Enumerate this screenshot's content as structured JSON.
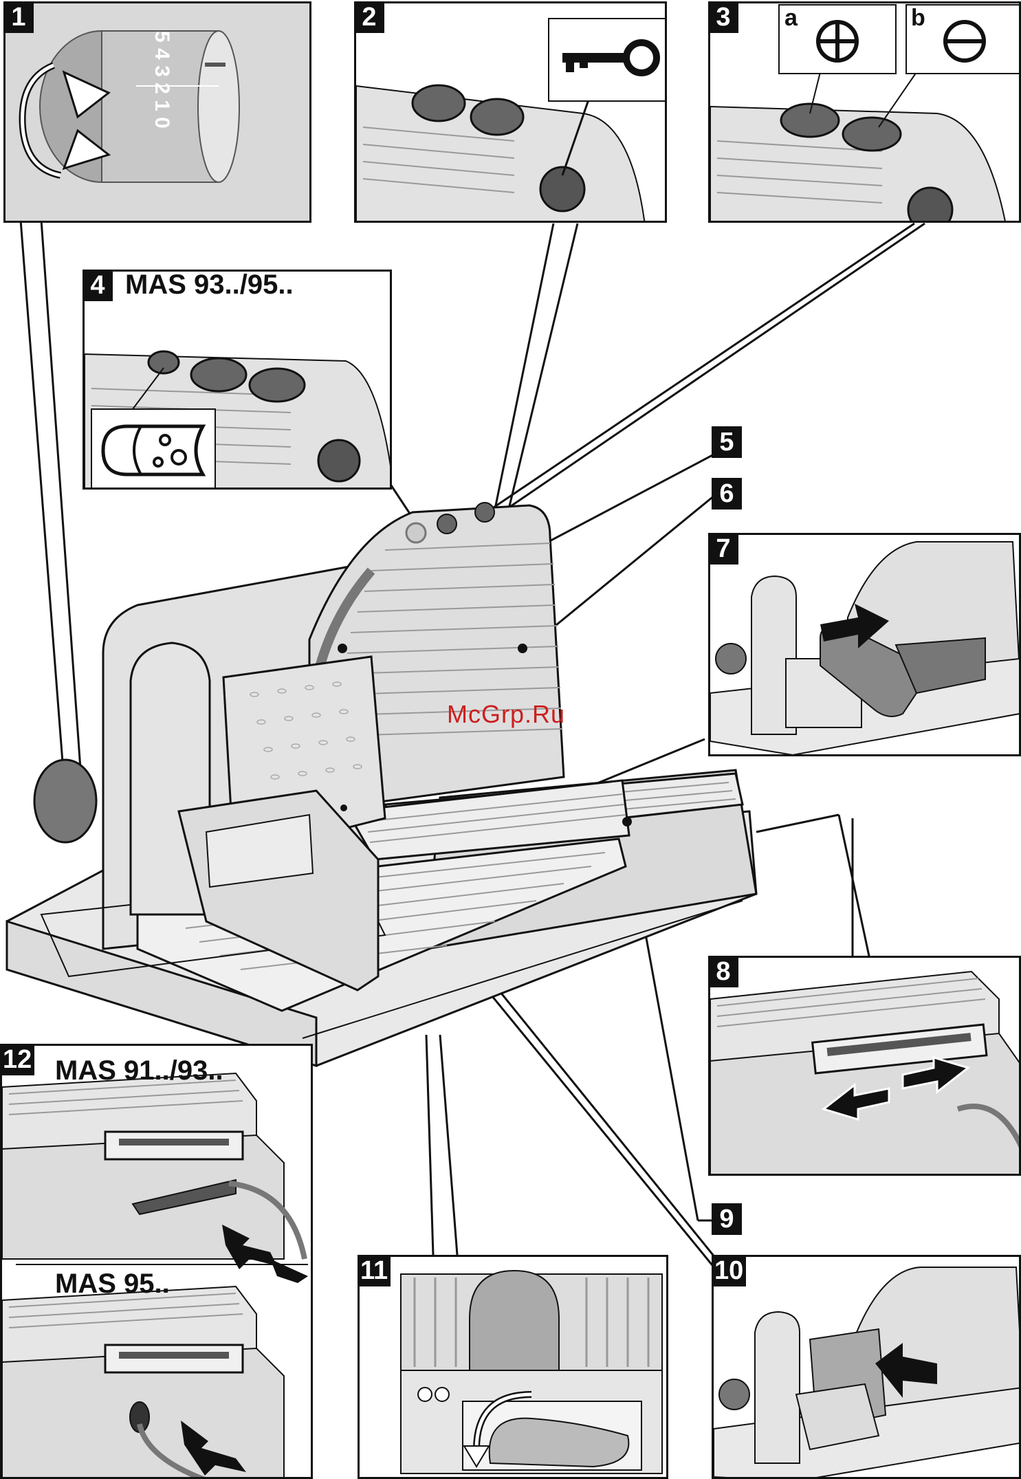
{
  "panels": {
    "p1": {
      "num": "1",
      "dial_numbers": [
        "5",
        "4",
        "3",
        "2",
        "1",
        "0"
      ]
    },
    "p2": {
      "num": "2"
    },
    "p3": {
      "num": "3",
      "sub_a": "a",
      "sub_b": "b"
    },
    "p4": {
      "num": "4",
      "model": "MAS 93../95.."
    },
    "p5": {
      "num": "5"
    },
    "p6": {
      "num": "6"
    },
    "p7": {
      "num": "7"
    },
    "p8": {
      "num": "8"
    },
    "p9": {
      "num": "9"
    },
    "p10": {
      "num": "10"
    },
    "p11": {
      "num": "11"
    },
    "p12": {
      "num": "12",
      "model_top": "MAS 91../93..",
      "model_bottom": "MAS 95.."
    }
  },
  "watermark": "McGrp.Ru",
  "icons": [
    "rotate-arrows-icon",
    "key-icon",
    "plus-circle-icon",
    "minus-circle-icon",
    "cheese-icon",
    "push-arrow-icon",
    "double-arrow-icon"
  ],
  "colors": {
    "ink": "#111111",
    "panel": "#e6e6e6",
    "watermark": "#cc1f1f"
  }
}
